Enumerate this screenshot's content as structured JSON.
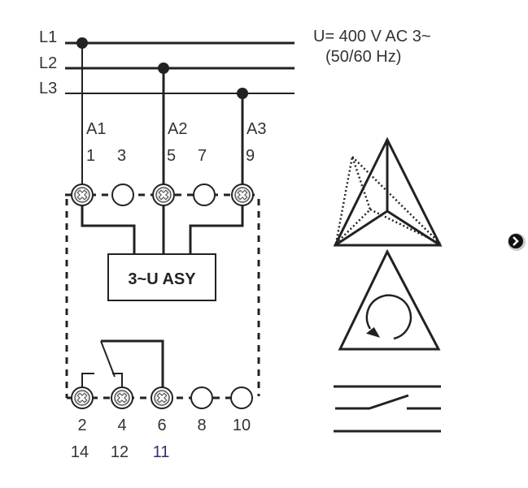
{
  "supply": {
    "lines": [
      "L1",
      "L2",
      "L3"
    ],
    "voltage": "U= 400 V AC 3~",
    "frequency": "(50/60 Hz)"
  },
  "top_terminals": {
    "phase_labels": [
      "A1",
      "A2",
      "A3"
    ],
    "numbers": [
      "1",
      "3",
      "5",
      "7",
      "9"
    ]
  },
  "module_label": "3~U ASY",
  "bottom_terminals": {
    "numbers": [
      "2",
      "4",
      "6",
      "8",
      "10"
    ],
    "contact_numbers": [
      "14",
      "12",
      "11"
    ]
  },
  "colors": {
    "line": "#222222",
    "accent_11": "#3a2a6a"
  },
  "next_button_icon": "chevron-right-icon"
}
